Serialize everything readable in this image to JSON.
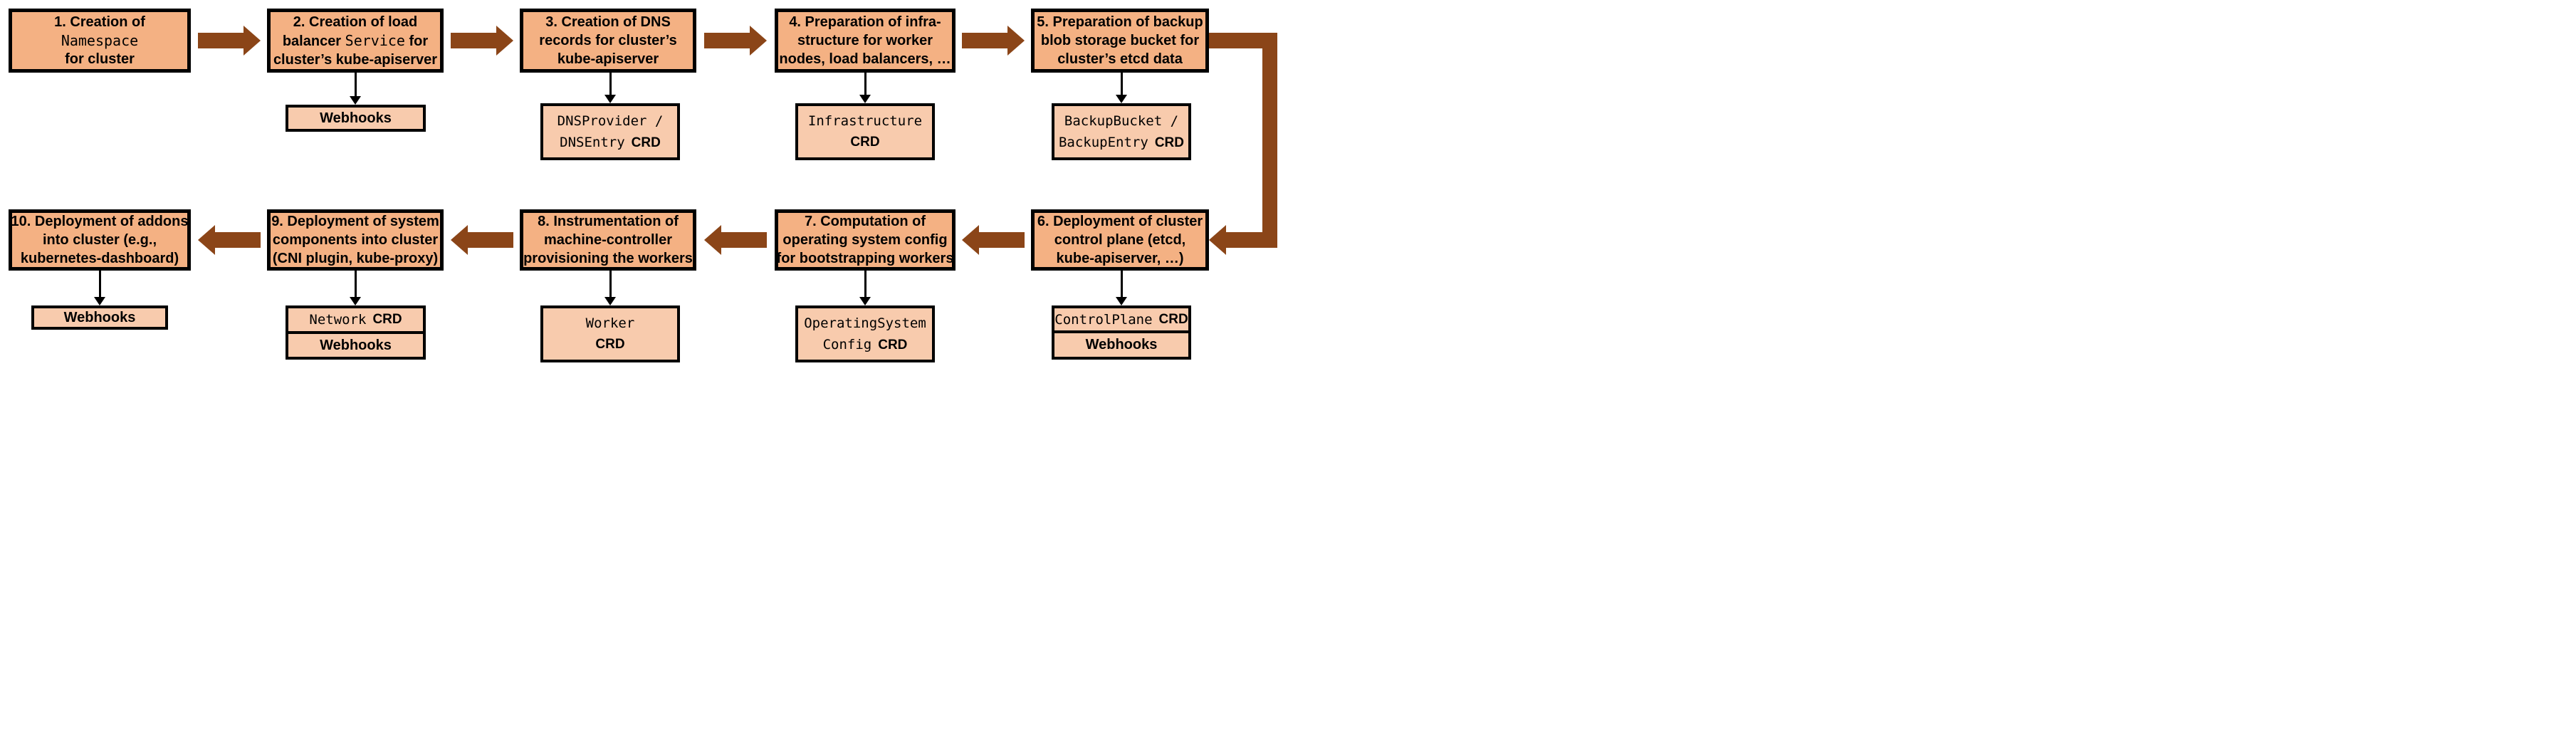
{
  "colors": {
    "main_box_fill": "#f4b183",
    "sub_box_fill": "#f8cbad",
    "border": "#000000",
    "arrow": "#8b4518",
    "connector": "#000000",
    "background": "#ffffff"
  },
  "steps": [
    {
      "lines": [
        [
          "1. Creation of"
        ],
        [
          "Namespace"
        ],
        [
          "for cluster"
        ]
      ]
    },
    {
      "lines": [
        [
          "2. Creation of load"
        ],
        [
          "balancer ",
          "Service",
          " for"
        ],
        [
          "cluster’s kube-apiserver"
        ]
      ]
    },
    {
      "lines": [
        [
          "3. Creation of DNS"
        ],
        [
          "records for cluster’s"
        ],
        [
          "kube-apiserver"
        ]
      ]
    },
    {
      "lines": [
        [
          "4. Preparation of infra-"
        ],
        [
          "structure for worker"
        ],
        [
          "nodes, load balancers, …"
        ]
      ]
    },
    {
      "lines": [
        [
          "5. Preparation of backup"
        ],
        [
          "blob storage bucket for"
        ],
        [
          "cluster’s etcd data"
        ]
      ]
    },
    {
      "lines": [
        [
          "6. Deployment of cluster"
        ],
        [
          "control plane (etcd,"
        ],
        [
          "kube-apiserver, …)"
        ]
      ]
    },
    {
      "lines": [
        [
          "7. Computation of"
        ],
        [
          "operating system config"
        ],
        [
          "for bootstrapping workers"
        ]
      ]
    },
    {
      "lines": [
        [
          "8. Instrumentation of"
        ],
        [
          "machine-controller"
        ],
        [
          "provisioning the workers"
        ]
      ]
    },
    {
      "lines": [
        [
          "9. Deployment of system"
        ],
        [
          "components into cluster"
        ],
        [
          "(CNI plugin, kube-proxy)"
        ]
      ]
    },
    {
      "lines": [
        [
          "10. Deployment of addons"
        ],
        [
          "into cluster (e.g.,"
        ],
        [
          "kubernetes-dashboard)"
        ]
      ]
    }
  ],
  "artifacts": {
    "webhooks_step2": "Webhooks",
    "dns": {
      "line1": "DNSProvider /",
      "line2_mono": "DNSEntry",
      "line2_crd": "CRD"
    },
    "infrastructure": {
      "line1": "Infrastructure",
      "line2_crd": "CRD"
    },
    "backup": {
      "line1": "BackupBucket /",
      "line2_mono": "BackupEntry",
      "line2_crd": "CRD"
    },
    "control_plane": {
      "row1_mono": "ControlPlane",
      "row1_crd": "CRD",
      "row2": "Webhooks"
    },
    "osc": {
      "line1": "OperatingSystem",
      "line2_mono": "Config",
      "line2_crd": "CRD"
    },
    "worker": {
      "line1": "Worker",
      "line2_crd": "CRD"
    },
    "network": {
      "row1_mono": "Network",
      "row1_crd": "CRD",
      "row2": "Webhooks"
    },
    "webhooks_step10": "Webhooks"
  }
}
